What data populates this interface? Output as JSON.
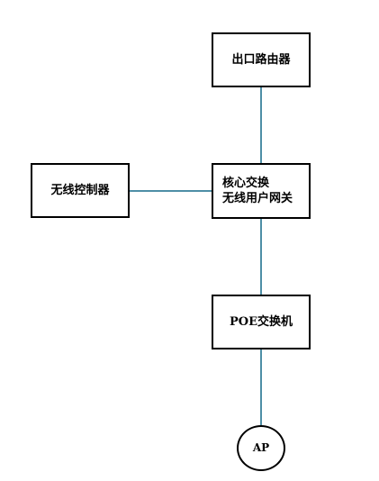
{
  "diagram": {
    "colors": {
      "connector": "#4e8fa6",
      "border": "#000000",
      "background": "#ffffff",
      "text": "#000000"
    },
    "nodes": {
      "router": {
        "label": "出口路由器"
      },
      "core": {
        "line1": "核心交换",
        "line2": "无线用户网关"
      },
      "wireless_controller": {
        "label": "无线控制器"
      },
      "poe_switch": {
        "label": "POE交换机"
      },
      "ap": {
        "label": "AP"
      }
    }
  }
}
